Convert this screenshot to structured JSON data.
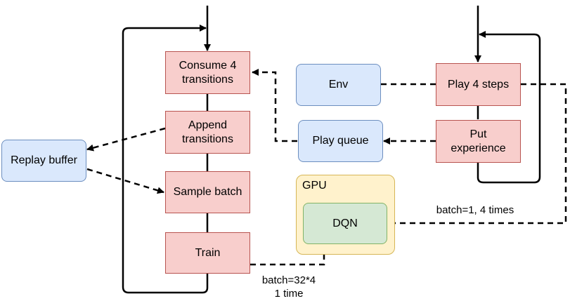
{
  "nodes": {
    "consume": "Consume 4\ntransitions",
    "append": "Append\ntransitions",
    "sample": "Sample batch",
    "train": "Train",
    "replay": "Replay buffer",
    "env": "Env",
    "play_queue": "Play queue",
    "play_steps": "Play 4 steps",
    "put_experience": "Put\nexperience",
    "gpu": "GPU",
    "dqn": "DQN"
  },
  "edge_labels": {
    "batch_train_line1": "batch=32*4",
    "batch_train_line2": "1 time",
    "batch_play": "batch=1, 4 times"
  },
  "colors": {
    "red_fill": "#f8cecc",
    "red_stroke": "#b85450",
    "blue_fill": "#dae8fc",
    "blue_stroke": "#6c8ebf",
    "green_fill": "#d5e8d4",
    "green_stroke": "#82b366",
    "gpu_fill": "#fff2cc",
    "gpu_stroke": "#d6b656"
  }
}
